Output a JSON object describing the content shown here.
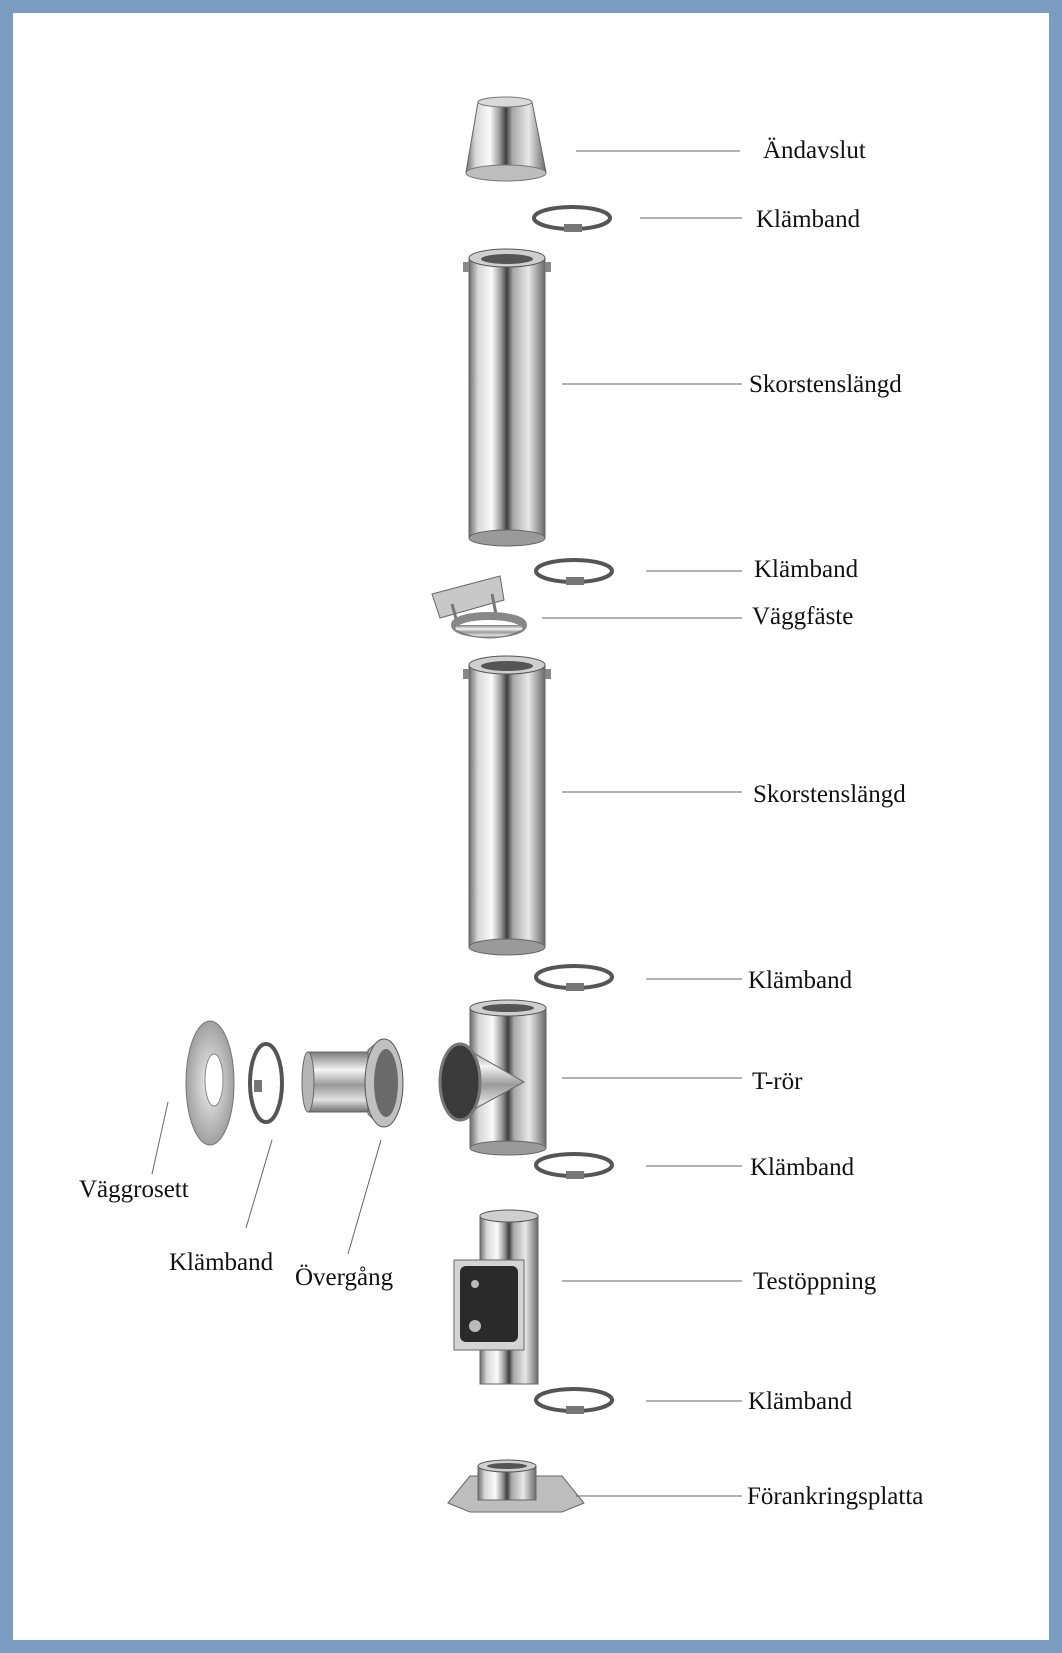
{
  "labels": {
    "andavslut": "Ändavslut",
    "klamband": "Klämband",
    "skorstenslangd": "Skorstenslängd",
    "vaggfaste": "Väggfäste",
    "t_ror": "T-rör",
    "vaggrosett": "Väggrosett",
    "overgang": "Övergång",
    "testoppning": "Testöppning",
    "forankringsplatta": "Förankringsplatta"
  }
}
